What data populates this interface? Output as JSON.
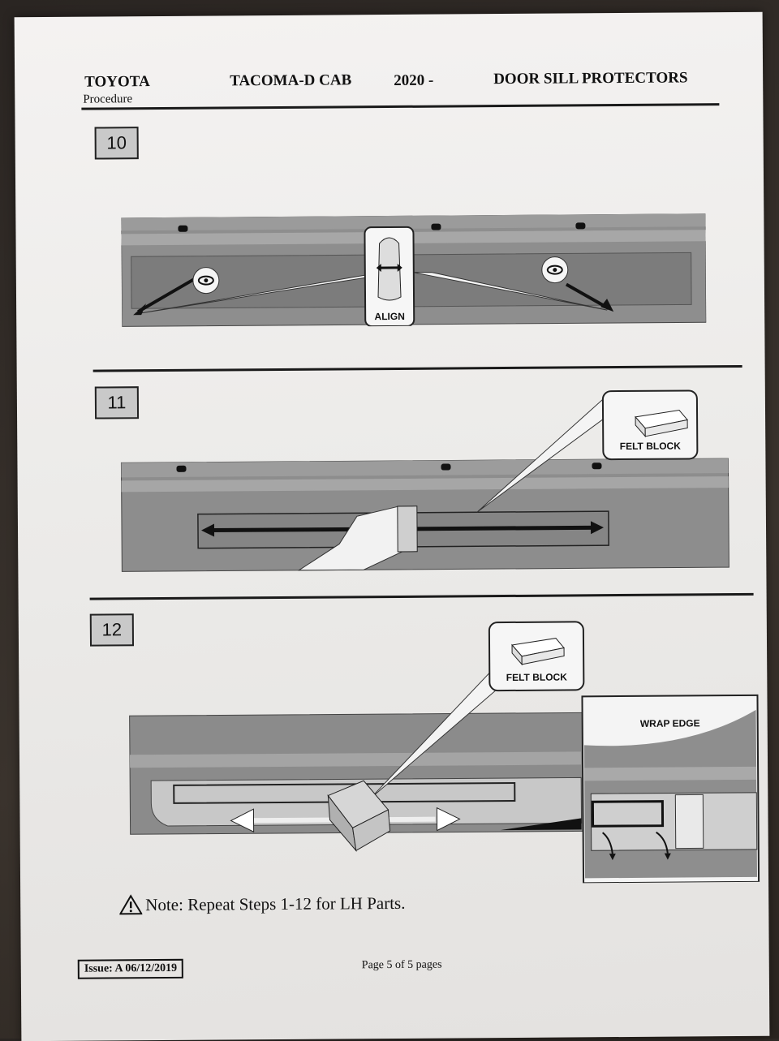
{
  "header": {
    "brand": "TOYOTA",
    "procedure": "Procedure",
    "model": "TACOMA-D CAB",
    "year": "2020 -",
    "title": "DOOR SILL PROTECTORS"
  },
  "steps": [
    {
      "number": "10",
      "label": "ALIGN"
    },
    {
      "number": "11",
      "callout": "FELT BLOCK"
    },
    {
      "number": "12",
      "callout": "FELT BLOCK",
      "inset": "WRAP EDGE"
    }
  ],
  "note": {
    "icon": "warning-triangle-icon",
    "text": "Note: Repeat Steps 1-12 for LH Parts."
  },
  "footer": {
    "issue": "Issue: A  06/12/2019",
    "page": "Page 5 of 5 pages"
  }
}
